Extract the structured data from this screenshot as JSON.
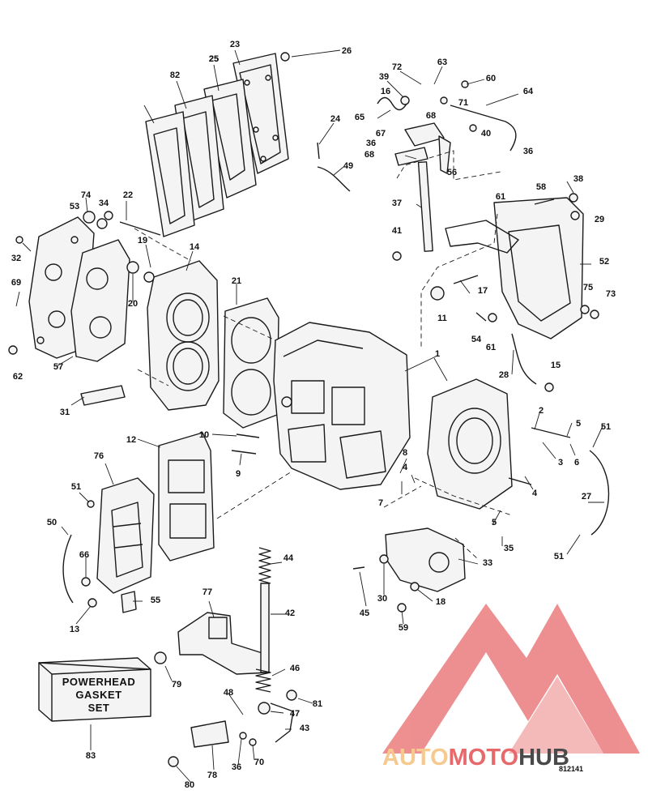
{
  "diagram": {
    "gasket_set_box": {
      "line1": "POWERHEAD",
      "line2": "GASKET",
      "line3": "SET"
    },
    "drawing_code": "812141",
    "watermark": {
      "part1": "AUTO",
      "part2": "MOTO",
      "part3": "HUB",
      "color_light": "#f6c98e",
      "color_red": "#e8696b",
      "color_dark": "#4a4a4a"
    },
    "callouts": [
      {
        "text": "23"
      },
      {
        "text": "26"
      },
      {
        "text": "25"
      },
      {
        "text": "82"
      },
      {
        "text": "25"
      },
      {
        "text": "72"
      },
      {
        "text": "63"
      },
      {
        "text": "39"
      },
      {
        "text": "60"
      },
      {
        "text": "16"
      },
      {
        "text": "71"
      },
      {
        "text": "64"
      },
      {
        "text": "65"
      },
      {
        "text": "68"
      },
      {
        "text": "24"
      },
      {
        "text": "67"
      },
      {
        "text": "40"
      },
      {
        "text": "36"
      },
      {
        "text": "68"
      },
      {
        "text": "36"
      },
      {
        "text": "49"
      },
      {
        "text": "56"
      },
      {
        "text": "38"
      },
      {
        "text": "74"
      },
      {
        "text": "34"
      },
      {
        "text": "22"
      },
      {
        "text": "53"
      },
      {
        "text": "37"
      },
      {
        "text": "61"
      },
      {
        "text": "58"
      },
      {
        "text": "29"
      },
      {
        "text": "41"
      },
      {
        "text": "32"
      },
      {
        "text": "19"
      },
      {
        "text": "14"
      },
      {
        "text": "21"
      },
      {
        "text": "52"
      },
      {
        "text": "69"
      },
      {
        "text": "20"
      },
      {
        "text": "17"
      },
      {
        "text": "75"
      },
      {
        "text": "73"
      },
      {
        "text": "11"
      },
      {
        "text": "54"
      },
      {
        "text": "61"
      },
      {
        "text": "62"
      },
      {
        "text": "57"
      },
      {
        "text": "1"
      },
      {
        "text": "28"
      },
      {
        "text": "15"
      },
      {
        "text": "31"
      },
      {
        "text": "2"
      },
      {
        "text": "5"
      },
      {
        "text": "51"
      },
      {
        "text": "10"
      },
      {
        "text": "12"
      },
      {
        "text": "8"
      },
      {
        "text": "3"
      },
      {
        "text": "6"
      },
      {
        "text": "9"
      },
      {
        "text": "76"
      },
      {
        "text": "4"
      },
      {
        "text": "4"
      },
      {
        "text": "27"
      },
      {
        "text": "7"
      },
      {
        "text": "51"
      },
      {
        "text": "50"
      },
      {
        "text": "5"
      },
      {
        "text": "35"
      },
      {
        "text": "51"
      },
      {
        "text": "66"
      },
      {
        "text": "44"
      },
      {
        "text": "33"
      },
      {
        "text": "55"
      },
      {
        "text": "45"
      },
      {
        "text": "30"
      },
      {
        "text": "18"
      },
      {
        "text": "13"
      },
      {
        "text": "42"
      },
      {
        "text": "77"
      },
      {
        "text": "59"
      },
      {
        "text": "46"
      },
      {
        "text": "79"
      },
      {
        "text": "81"
      },
      {
        "text": "48"
      },
      {
        "text": "47"
      },
      {
        "text": "43"
      },
      {
        "text": "83"
      },
      {
        "text": "70"
      },
      {
        "text": "36"
      },
      {
        "text": "78"
      },
      {
        "text": "80"
      }
    ]
  }
}
